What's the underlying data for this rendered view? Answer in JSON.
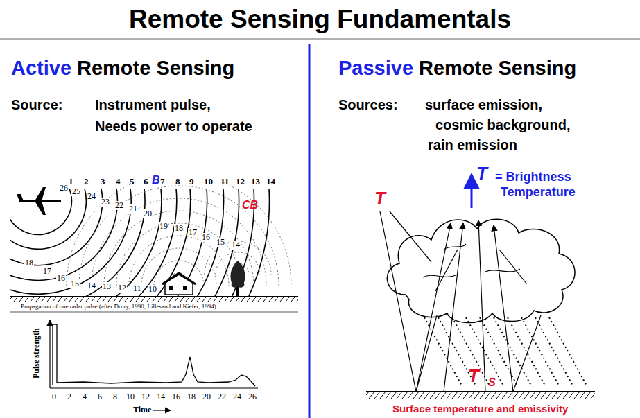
{
  "diagram": {
    "title": "Remote Sensing Fundamentals",
    "labels": [
      "Active",
      "Remote Sensing",
      "Source:",
      "Instrument pulse,",
      "Needs power to operate",
      "Passive",
      "Remote Sensing",
      "Sources:",
      "surface emission,",
      "cosmic background,",
      "rain emission",
      "1",
      "2",
      "3",
      "4",
      "5",
      "6",
      "7",
      "8",
      "9",
      "10",
      "11",
      "12",
      "13",
      "14",
      "26",
      "25",
      "24",
      "23",
      "22",
      "21",
      "20",
      "19",
      "18",
      "17",
      "16",
      "15",
      "14",
      "18",
      "17",
      "16",
      "15",
      "14",
      "13",
      "12",
      "11",
      "10",
      "Propagation of one radar pulse (after Drury, 1990; Lillesand and Kiefer, 1994)",
      "Pulse strength",
      "0",
      "2",
      "4",
      "6",
      "8",
      "10",
      "12",
      "14",
      "16",
      "18",
      "20",
      "22",
      "24",
      "26",
      "Time",
      "T",
      "CB",
      "T",
      "B",
      "= Brightness",
      "Temperature",
      "T",
      "S",
      "Surface temperature and emissivity"
    ]
  }
}
